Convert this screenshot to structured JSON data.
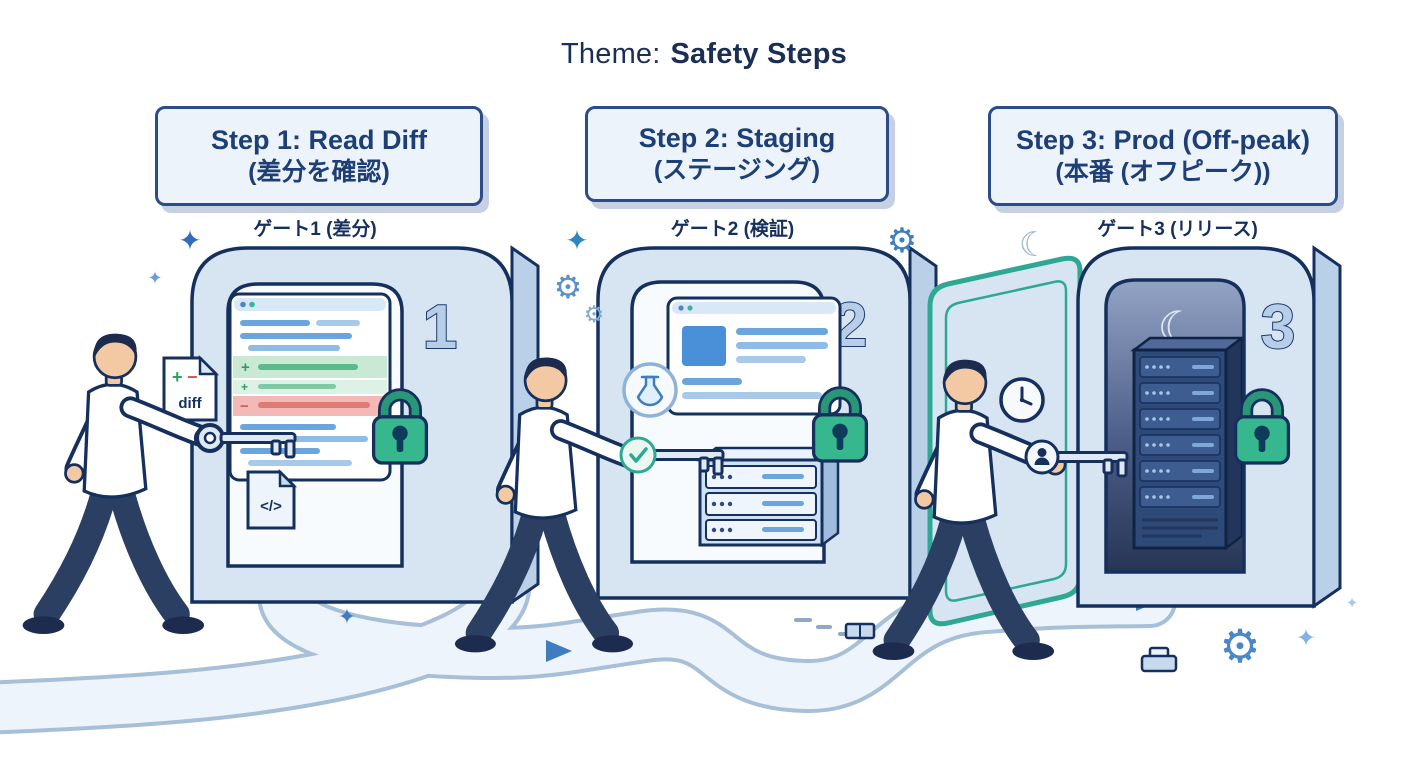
{
  "title": {
    "prefix": "Theme:",
    "emphasis": "Safety Steps"
  },
  "steps": [
    {
      "banner_title": "Step 1: Read Diff",
      "banner_subtitle": "(差分を確認)",
      "gate_label": "ゲート1 (差分)",
      "gate_number": "1",
      "diff_file_label": "diff",
      "diff_plus": "+",
      "diff_minus": "−",
      "code_file_label": "</>"
    },
    {
      "banner_title": "Step 2: Staging",
      "banner_subtitle": "(ステージング)",
      "gate_label": "ゲート2 (検証)",
      "gate_number": "2"
    },
    {
      "banner_title": "Step 3: Prod (Off-peak)",
      "banner_subtitle": "(本番 (オフピーク))",
      "gate_label": "ゲート3 (リリース)",
      "gate_number": "3"
    }
  ],
  "glyphs": {
    "gear": "⚙",
    "sparkle": "✦",
    "moon": "☾"
  },
  "colors": {
    "navy": "#16305e",
    "banner_text": "#1d3f75",
    "banner_fill": "#edf3fb",
    "banner_border": "#2b4c86",
    "frame_fill": "#d7e5f3",
    "frame_side": "#b9d0e8",
    "lock_green": "#37b78d",
    "door_teal": "#2ea893",
    "road_fill": "#eef4fb",
    "road_edge": "#a8bfd8",
    "accent_blue": "#3f7cc0",
    "diff_add": "#c9e9d4",
    "diff_remove": "#f3b9b6"
  }
}
